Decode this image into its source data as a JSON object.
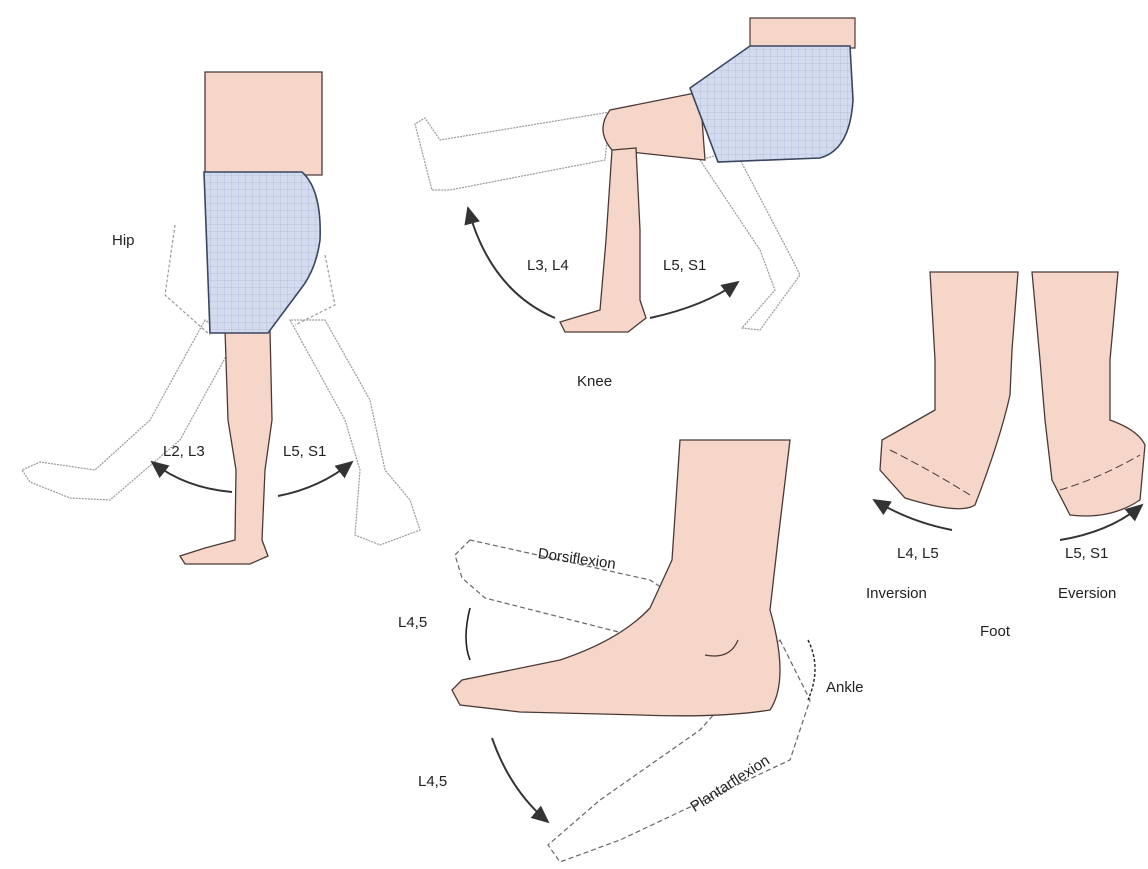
{
  "hip": {
    "title": "Hip",
    "flexion_roots": "L2, L3",
    "extension_roots": "L5, S1"
  },
  "knee": {
    "title": "Knee",
    "extension_roots": "L3, L4",
    "flexion_roots": "L5, S1"
  },
  "ankle": {
    "title": "Ankle",
    "dorsiflexion_label": "Dorsiflexion",
    "dorsiflexion_roots": "L4,5",
    "plantarflexion_label": "Plantarflexion",
    "plantarflexion_roots": "L4,5"
  },
  "foot": {
    "title": "Foot",
    "inversion_roots": "L4, L5",
    "inversion_label": "Inversion",
    "eversion_roots": "L5, S1",
    "eversion_label": "Eversion"
  },
  "colors": {
    "skin": "#f6d6c8",
    "skin_shade": "#e9b9a6",
    "shorts": "#d3dcef",
    "outline": "#4a3a36",
    "ghost": "#9a9a9a",
    "arrow": "#333333"
  }
}
